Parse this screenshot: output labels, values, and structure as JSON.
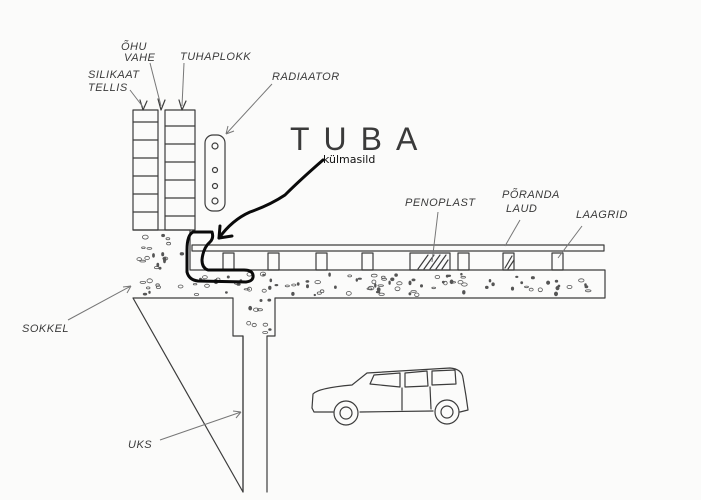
{
  "labels": {
    "ohu_vahe": [
      "ÕHU",
      "VAHE"
    ],
    "silikaat_tellis": [
      "SILIKAAT",
      "TELLIS"
    ],
    "tuhaplokk": "TUHAPLOKK",
    "radiaator": "RADIAATOR",
    "tuba": "TUBA",
    "kulmasild": "külmasild",
    "penoplast": "PENOPLAST",
    "porandalaud": [
      "PÕRANDA",
      "LAUD"
    ],
    "laagrid": "LAAGRID",
    "sokkel": "SOKKEL",
    "uks": "UKS"
  },
  "colors": {
    "ink": "#3c3c3c",
    "cold_bridge": "#0a0a0a",
    "background": "#fbfbfa"
  }
}
